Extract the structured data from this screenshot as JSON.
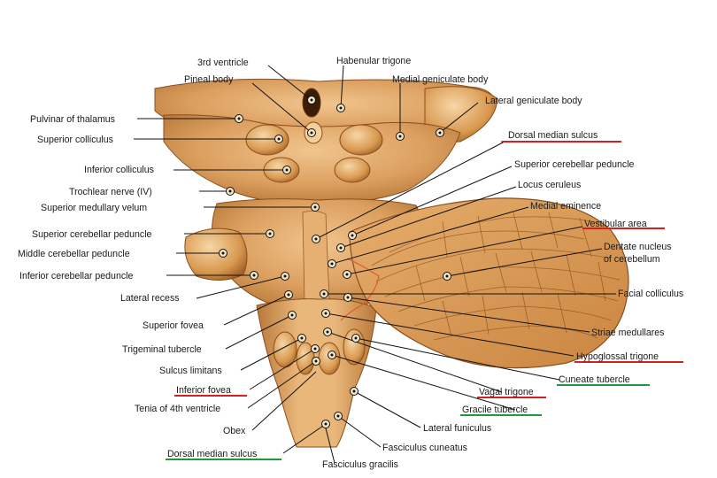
{
  "colors": {
    "tissue_light": "#e9b67a",
    "tissue_mid": "#d6954f",
    "tissue_dark": "#a8642b",
    "shadow": "#7a4418",
    "leader": "#111111",
    "underline_red": "#d32020",
    "underline_green": "#1f9a3a",
    "cut_line": "#e05a2a"
  },
  "labels": {
    "third_ventricle": "3rd ventricle",
    "habenular_trigone": "Habenular trigone",
    "pineal_body": "Pineal body",
    "medial_geniculate_body": "Medial geniculate body",
    "lateral_geniculate_body": "Lateral geniculate body",
    "pulvinar": "Pulvinar of thalamus",
    "superior_colliculus": "Superior colliculus",
    "dorsal_median_sulcus_top": "Dorsal median sulcus",
    "superior_cerebellar_peduncle_right": "Superior cerebellar peduncle",
    "inferior_colliculus": "Inferior colliculus",
    "locus_ceruleus": "Locus ceruleus",
    "trochlear_nerve": "Trochlear nerve (IV)",
    "medial_eminence": "Medial eminence",
    "superior_medullary_velum": "Superior medullary velum",
    "vestibular_area": "Vestibular area",
    "superior_cerebellar_peduncle_left": "Superior cerebellar peduncle",
    "dentate_nucleus_1": "Dentate nucleus",
    "dentate_nucleus_2": "of cerebellum",
    "middle_cerebellar_peduncle": "Middle cerebellar peduncle",
    "inferior_cerebellar_peduncle": "Inferior cerebellar peduncle",
    "lateral_recess": "Lateral recess",
    "facial_colliculus": "Facial colliculus",
    "superior_fovea": "Superior fovea",
    "striae_medullares": "Striae medullares",
    "trigeminal_tubercle": "Trigeminal tubercle",
    "hypoglossal_trigone": "Hypoglossal trigone",
    "sulcus_limitans": "Sulcus limitans",
    "cuneate_tubercle": "Cuneate tubercle",
    "inferior_fovea": "Inferior fovea",
    "vagal_trigone": "Vagal trigone",
    "tenia_4th_ventricle": "Tenia of 4th ventricle",
    "gracile_tubercle": "Gracile tubercle",
    "obex": "Obex",
    "lateral_funiculus": "Lateral funiculus",
    "fasciculus_cuneatus": "Fasciculus cuneatus",
    "dorsal_median_sulcus_bottom": "Dorsal median sulcus",
    "fasciculus_gracilis": "Fasciculus gracilis"
  }
}
